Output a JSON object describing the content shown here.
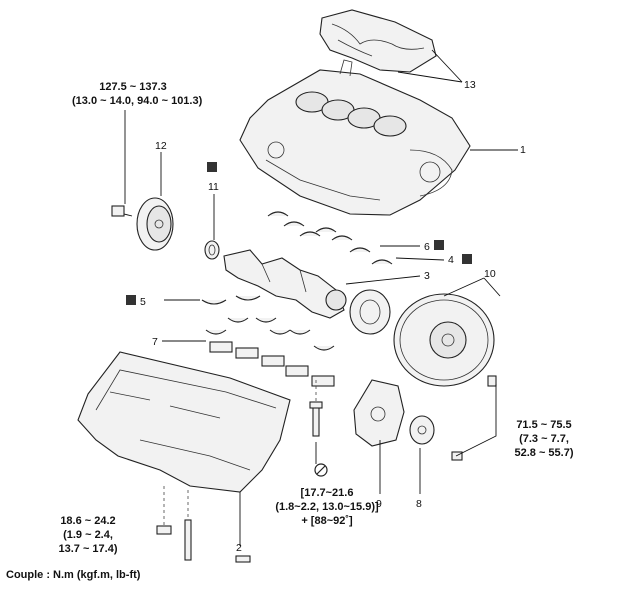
{
  "torque_specs": {
    "crank_pulley_bolt": [
      "127.5 ~ 137.3",
      "(13.0 ~ 14.0, 94.0 ~ 101.3)"
    ],
    "oil_pan_bolt": [
      "18.6 ~ 24.2",
      "(1.9 ~ 2.4,",
      "13.7 ~ 17.4)"
    ],
    "bearing_cap_bolt": [
      "[17.7~21.6",
      "(1.8~2.2, 13.0~15.9)]",
      "+ [88~92˚]"
    ],
    "flywheel_bolt": [
      "71.5 ~ 75.5",
      "(7.3 ~ 7.7,",
      "52.8 ~ 55.7)"
    ]
  },
  "callouts": {
    "p1": "1",
    "p2": "2",
    "p3": "3",
    "p4": "4",
    "p5": "5",
    "p6": "6",
    "p7": "7",
    "p8": "8",
    "p9": "9",
    "p10": "10",
    "p11": "11",
    "p12": "12",
    "p13": "13"
  },
  "legend": "Couple : N.m (kgf.m, lb-ft)",
  "icons": [
    "grease-icon",
    "no-reuse-icon"
  ]
}
